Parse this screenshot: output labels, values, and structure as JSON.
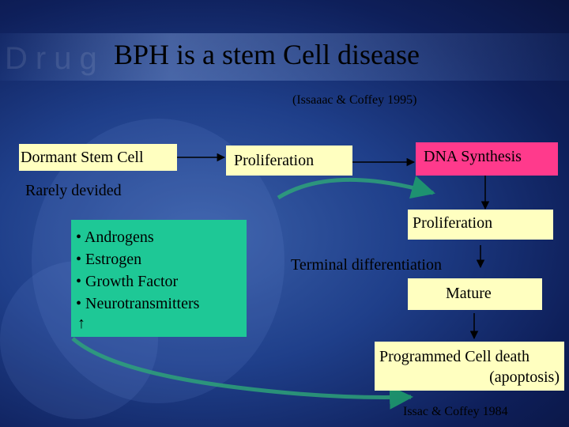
{
  "header": {
    "watermark": "Drug",
    "title": "BPH is a stem Cell disease",
    "citation_top": "(Issaaac & Coffey 1995)"
  },
  "left": {
    "dormant_label": "Dormant Stem Cell",
    "rarely_label": "Rarely devided",
    "factors": [
      "• Androgens",
      "• Estrogen",
      "• Growth Factor",
      "• Neurotransmitters"
    ],
    "up_arrow": "↑"
  },
  "pathway": {
    "proliferation_1": "Proliferation",
    "dna_synthesis": "DNA Synthesis",
    "proliferation_2": "Proliferation",
    "terminal": "Terminal differentiation",
    "mature": "Mature",
    "death_line1": "Programmed Cell death",
    "death_line2": "(apoptosis)"
  },
  "footer": {
    "citation_bottom": "Issac & Coffey 1984"
  },
  "colors": {
    "yellow_box": "#ffffc0",
    "pink_box": "#ff3a8c",
    "green_box": "#1ec896",
    "arrow": "#000000"
  }
}
